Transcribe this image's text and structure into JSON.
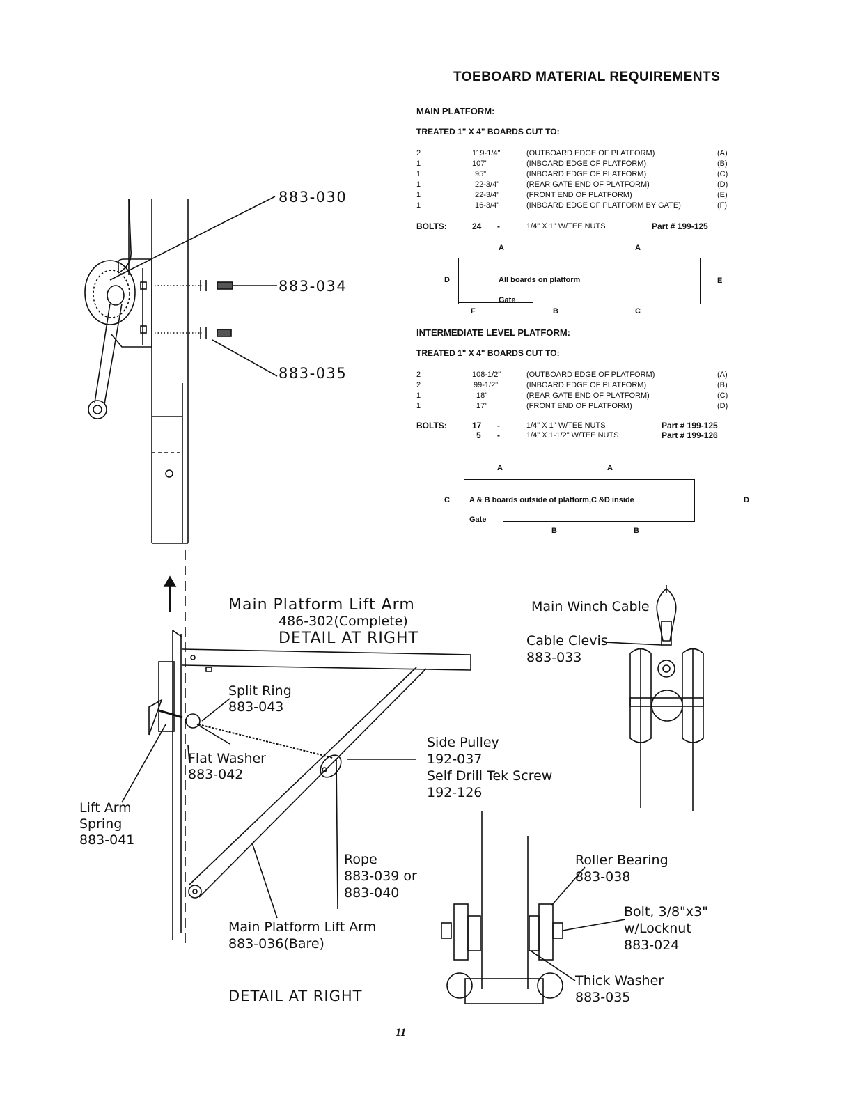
{
  "title": "TOEBOARD MATERIAL REQUIREMENTS",
  "main_platform": {
    "heading": "MAIN PLATFORM:",
    "subheading": "TREATED 1\" X 4\" BOARDS CUT TO:",
    "rows": [
      {
        "qty": "2",
        "length": "119-1/4\"",
        "desc": "(OUTBOARD EDGE OF PLATFORM)",
        "code": "(A)"
      },
      {
        "qty": "1",
        "length": "107\"",
        "desc": "(INBOARD EDGE OF PLATFORM)",
        "code": "(B)"
      },
      {
        "qty": "1",
        "length": "95\"",
        "desc": "(INBOARD EDGE OF PLATFORM)",
        "code": "(C)"
      },
      {
        "qty": "1",
        "length": "22-3/4\"",
        "desc": "(REAR GATE END OF PLATFORM)",
        "code": "(D)"
      },
      {
        "qty": "1",
        "length": "22-3/4\"",
        "desc": "(FRONT END OF PLATFORM)",
        "code": "(E)"
      },
      {
        "qty": "1",
        "length": "16-3/4\"",
        "desc": "(INBOARD EDGE OF PLATFORM BY GATE)",
        "code": "(F)"
      }
    ],
    "bolts_label": "BOLTS:",
    "bolts": [
      {
        "count": "24",
        "dash": "-",
        "desc": "1/4\" X 1\" W/TEE NUTS",
        "part": "Part # 199-125"
      }
    ],
    "diagram": {
      "top_a1": "A",
      "top_a2": "A",
      "left": "D",
      "right": "E",
      "inner": "All boards on platform",
      "gate": "Gate",
      "bottom_f": "F",
      "bottom_b": "B",
      "bottom_c": "C"
    }
  },
  "intermediate_platform": {
    "heading": "INTERMEDIATE LEVEL PLATFORM:",
    "subheading": "TREATED 1\" X 4\" BOARDS CUT TO:",
    "rows": [
      {
        "qty": "2",
        "length": "108-1/2\"",
        "desc": "(OUTBOARD EDGE OF PLATFORM)",
        "code": "(A)"
      },
      {
        "qty": "2",
        "length": "99-1/2\"",
        "desc": "(INBOARD EDGE OF PLATFORM)",
        "code": "(B)"
      },
      {
        "qty": "1",
        "length": "18\"",
        "desc": "(REAR GATE END OF PLATFORM)",
        "code": "(C)"
      },
      {
        "qty": "1",
        "length": "17\"",
        "desc": "(FRONT END OF PLATFORM)",
        "code": "(D)"
      }
    ],
    "bolts_label": "BOLTS:",
    "bolts": [
      {
        "count": "17",
        "dash": "-",
        "desc": "1/4\" X 1\" W/TEE NUTS",
        "part": "Part # 199-125"
      },
      {
        "count": "5",
        "dash": "-",
        "desc": "1/4\" X 1-1/2\" W/TEE NUTS",
        "part": "Part # 199-126"
      }
    ],
    "diagram": {
      "top_a1": "A",
      "top_a2": "A",
      "left": "C",
      "right": "D",
      "inner": "A & B boards outside of platform,C &D inside",
      "gate": "Gate",
      "bottom_b1": "B",
      "bottom_b2": "B"
    }
  },
  "winch_labels": {
    "p030": "883-030",
    "p034": "883-034",
    "p035": "883-035"
  },
  "lift_arm": {
    "title": "Main Platform Lift Arm",
    "complete": "486-302(Complete)",
    "detail": "DETAIL AT RIGHT",
    "split_ring": "Split Ring",
    "split_ring_pn": "883-043",
    "flat_washer": "Flat Washer",
    "flat_washer_pn": "883-042",
    "spring_1": "Lift Arm",
    "spring_2": "Spring",
    "spring_pn": "883-041",
    "side_pulley": "Side Pulley",
    "side_pulley_pn": "192-037",
    "tek_screw": "Self Drill Tek Screw",
    "tek_screw_pn": "192-126",
    "rope": "Rope",
    "rope_pn1": "883-039 or",
    "rope_pn2": "883-040",
    "bare_title": "Main Platform Lift Arm",
    "bare_pn": "883-036(Bare)",
    "detail_bottom": "DETAIL AT RIGHT"
  },
  "cable": {
    "winch_cable": "Main Winch Cable",
    "clevis": "Cable Clevis",
    "clevis_pn": "883-033"
  },
  "roller": {
    "bearing": "Roller Bearing",
    "bearing_pn": "883-038",
    "bolt_1": "Bolt, 3/8\"x3\"",
    "bolt_2": "w/Locknut",
    "bolt_pn": "883-024",
    "washer": "Thick Washer",
    "washer_pn": "883-035"
  },
  "page_number": "11"
}
